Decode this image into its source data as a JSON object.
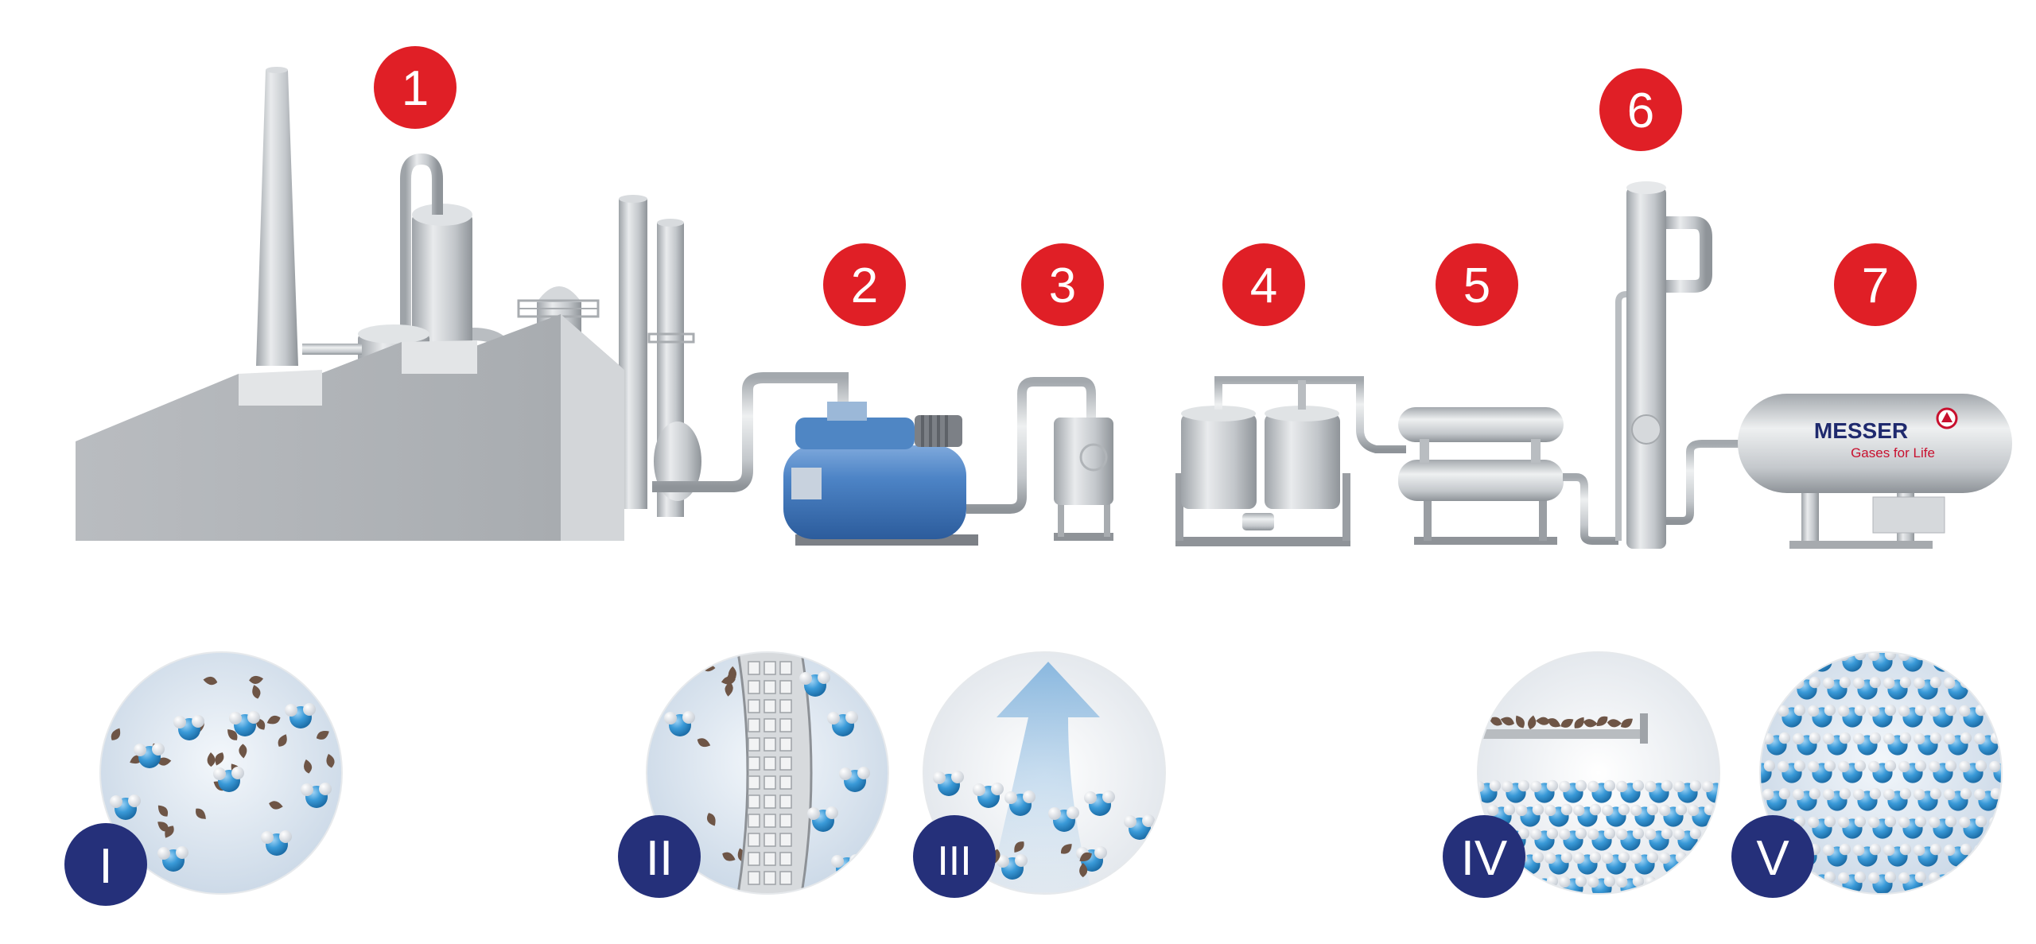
{
  "process_steps": [
    {
      "id": "1",
      "label": "1"
    },
    {
      "id": "2",
      "label": "2"
    },
    {
      "id": "3",
      "label": "3"
    },
    {
      "id": "4",
      "label": "4"
    },
    {
      "id": "5",
      "label": "5"
    },
    {
      "id": "6",
      "label": "6"
    },
    {
      "id": "7",
      "label": "7"
    }
  ],
  "detail_views": [
    {
      "id": "I",
      "label": "I"
    },
    {
      "id": "II",
      "label": "II"
    },
    {
      "id": "III",
      "label": "III"
    },
    {
      "id": "IV",
      "label": "IV"
    },
    {
      "id": "V",
      "label": "V"
    }
  ],
  "tank_logo": {
    "brand": "MESSER",
    "tagline": "Gases for Life",
    "brand_color": "#1f2a6e",
    "tagline_color": "#c8102e"
  },
  "colors": {
    "step_badge": "#e01f26",
    "detail_badge": "#25307a",
    "equipment_metal": "#c9ccd0",
    "compressor_blue": "#3f74b5",
    "molecule_blue": "#2f8fd0",
    "particle_brown": "#6e5546"
  }
}
